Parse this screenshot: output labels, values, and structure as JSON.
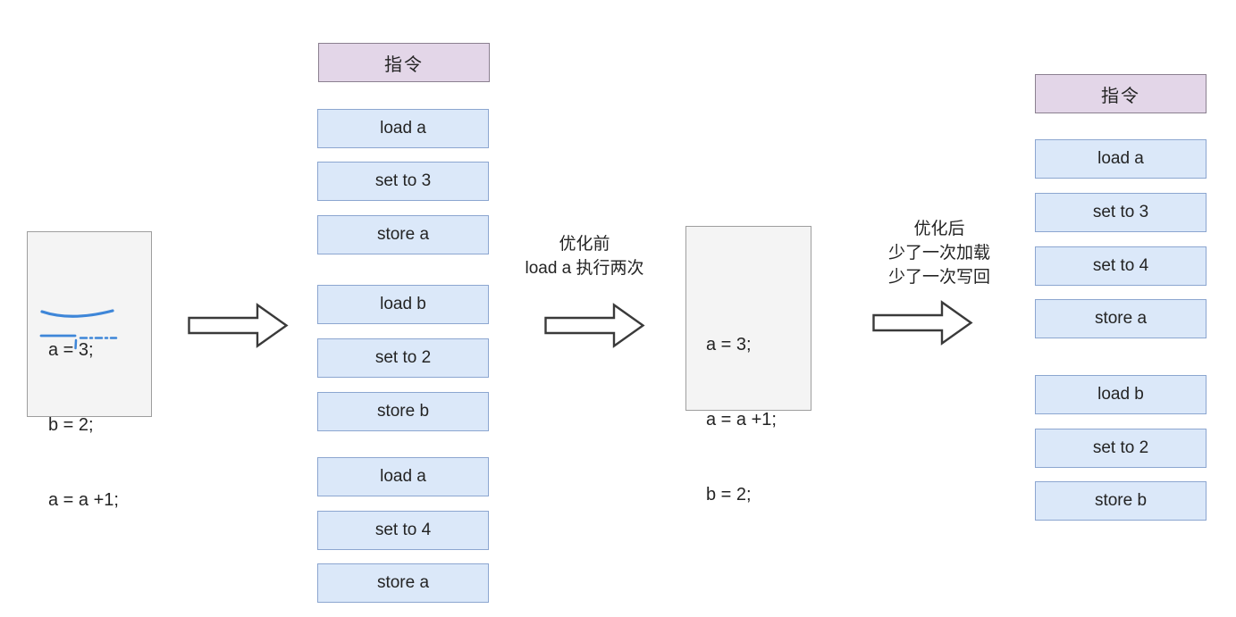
{
  "colors": {
    "header_bg": "#e3d6e8",
    "header_border": "#8b8090",
    "instruction_bg": "#dbe8f9",
    "instruction_border": "#8ca6d0",
    "code_bg": "#f4f4f4",
    "code_border": "#9e9e9e",
    "arrow_stroke": "#3a3a3a",
    "annotation_blue": "#3e86d8",
    "text": "#242424"
  },
  "source_box": {
    "lines": [
      "a = 3;",
      "b = 2;",
      "a = a +1;"
    ]
  },
  "optimized_box": {
    "lines": [
      "a = 3;",
      "a = a +1;",
      "b = 2;"
    ]
  },
  "before_list": {
    "header": "指令",
    "items": [
      "load a",
      "set to 3",
      "store a",
      "load b",
      "set to 2",
      "store b",
      "load a",
      "set to 4",
      "store a"
    ]
  },
  "after_list": {
    "header": "指令",
    "items": [
      "load a",
      "set to 3",
      "set to 4",
      "store a",
      "load b",
      "set to 2",
      "store b"
    ]
  },
  "labels": {
    "before": {
      "line1": "优化前",
      "line2": "load a 执行两次"
    },
    "after": {
      "line1": "优化后",
      "line2": "少了一次加载",
      "line3": "少了一次写回"
    }
  },
  "icons": {
    "arrow": "right-arrow"
  }
}
